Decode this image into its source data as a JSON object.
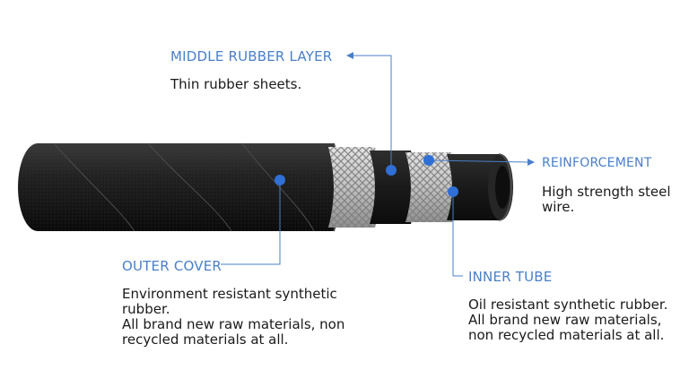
{
  "callouts": {
    "middle_rubber_layer": {
      "title": "MIDDLE RUBBER LAYER",
      "lines": [
        "Thin rubber sheets."
      ]
    },
    "reinforcement": {
      "title": "REINFORCEMENT",
      "lines": [
        "High strength steel",
        "wire."
      ]
    },
    "outer_cover": {
      "title": "OUTER COVER",
      "lines": [
        "Environment resistant synthetic",
        "rubber.",
        "All brand new raw materials, non",
        "recycled materials at all."
      ]
    },
    "inner_tube": {
      "title": "INNER TUBE",
      "lines": [
        "Oil resistant synthetic rubber.",
        "All brand new raw materials,",
        "non recycled materials at all."
      ]
    }
  },
  "colors": {
    "accent": "#4a7fc8",
    "marker": "#2f6fd6",
    "rubber": "#1b1b1b",
    "braid": "#c9c9c9"
  }
}
